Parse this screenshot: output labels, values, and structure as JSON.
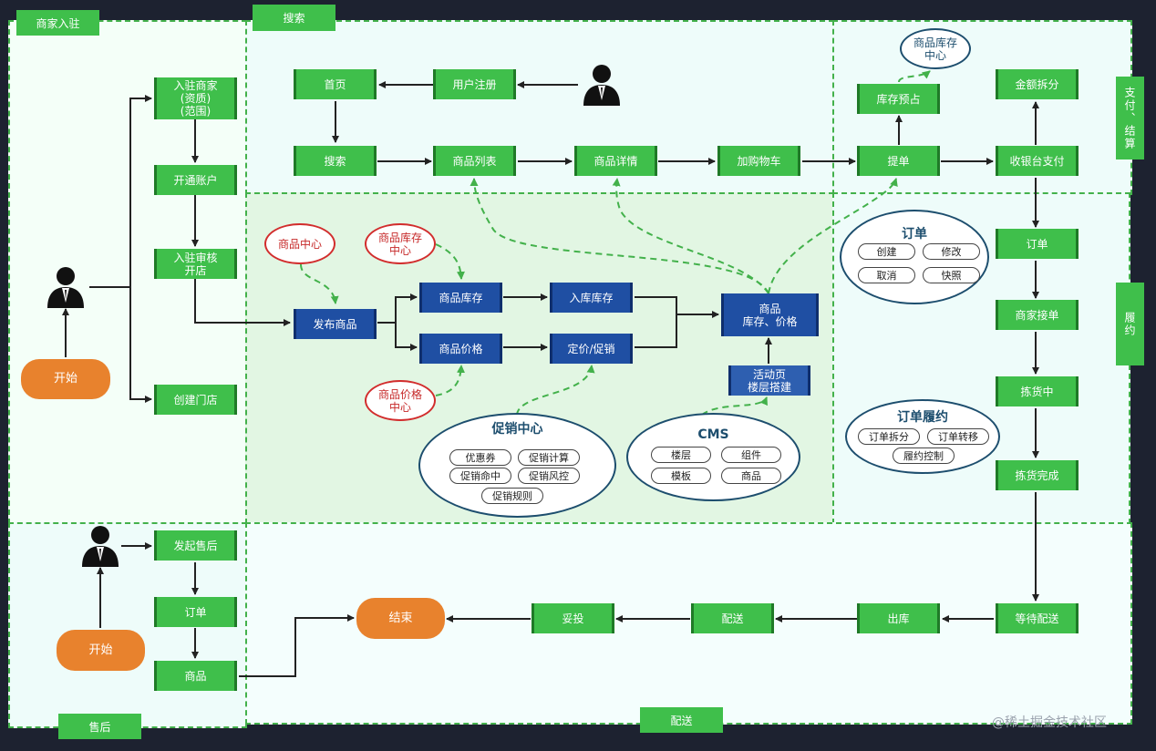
{
  "regions": {
    "merchant_onboarding": "商家入驻",
    "search": "搜索",
    "payment_settlement": "支付、结算",
    "fulfillment": "履约",
    "after_sales": "售后",
    "delivery": "配送"
  },
  "nodes": {
    "merchant_register": "入驻商家\n(资质)\n(范围)",
    "open_account": "开通账户",
    "review_open_store": "入驻审核\n开店",
    "create_store": "创建门店",
    "start_1": "开始",
    "home": "首页",
    "user_register": "用户注册",
    "search": "搜索",
    "product_list": "商品列表",
    "product_detail": "商品详情",
    "add_cart": "加购物车",
    "submit_order": "提单",
    "stock_reserve": "库存预占",
    "amount_split": "金额拆分",
    "checkout_pay": "收银台支付",
    "order": "订单",
    "merchant_accept": "商家接单",
    "picking": "拣货中",
    "picking_done": "拣货完成",
    "await_delivery": "等待配送",
    "out_warehouse": "出库",
    "dispatch": "配送",
    "deliver": "妥投",
    "end": "结束",
    "start_2": "开始",
    "initiate_after_sales": "发起售后",
    "as_order": "订单",
    "as_product": "商品",
    "publish_product": "发布商品",
    "product_stock": "商品库存",
    "product_price": "商品价格",
    "inbound_stock": "入库库存",
    "pricing_promo": "定价/促销",
    "product_stock_price": "商品\n库存、价格",
    "activity_page": "活动页\n楼层搭建"
  },
  "circles": {
    "product_center": "商品中心",
    "inventory_center_top": "商品库存\n中心",
    "inventory_center_mid": "商品库存\n中心",
    "price_center": "商品价格\n中心"
  },
  "groups": {
    "order": {
      "title": "订单",
      "items": [
        "创建",
        "修改",
        "取消",
        "快照"
      ]
    },
    "fulfillment": {
      "title": "订单履约",
      "items": [
        "订单拆分",
        "订单转移",
        "履约控制"
      ]
    },
    "promotion": {
      "title": "促销中心",
      "items": [
        "优惠券",
        "促销计算",
        "促销命中",
        "促销风控",
        "促销规则"
      ]
    },
    "cms": {
      "title": "CMS",
      "items": [
        "楼层",
        "组件",
        "模板",
        "商品"
      ]
    }
  },
  "icons": {
    "person": "person-icon"
  },
  "colors": {
    "green_node": "#3fbf4b",
    "blue_node": "#1f4fa3",
    "orange_node": "#e8822d",
    "dashed_border": "#43b14b",
    "red_circle": "#d22d2d",
    "dark_blue": "#1d4e6e",
    "background": "#1d2230"
  },
  "watermark": "@稀土掘金技术社区"
}
